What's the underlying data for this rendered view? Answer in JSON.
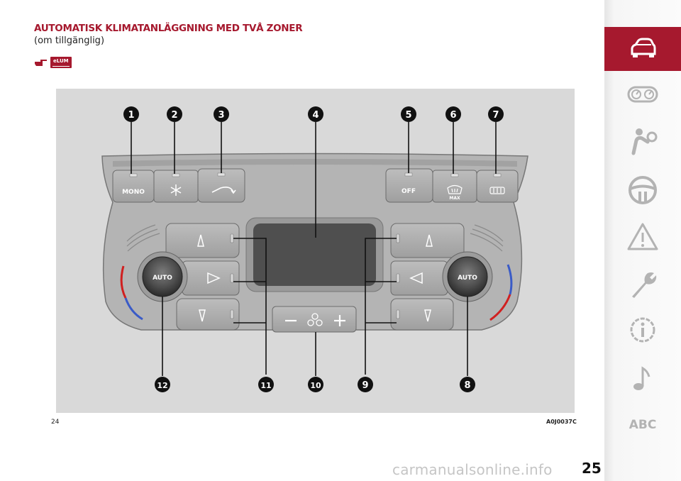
{
  "page": {
    "title": "AUTOMATISK KLIMATANLÄGGNING MED TVÅ ZONER",
    "subtitle": "(om tillgänglig)",
    "badge": "eLUM",
    "page_number_left": "24",
    "figure_code": "A0J0037C",
    "page_number_right": "25",
    "watermark": "carmanualsonline.info"
  },
  "panel": {
    "mono_label": "MONO",
    "off_label": "OFF",
    "max_label": "MAX",
    "auto_left": "AUTO",
    "auto_right": "AUTO",
    "callouts": [
      "1",
      "2",
      "3",
      "4",
      "5",
      "6",
      "7",
      "8",
      "9",
      "10",
      "11",
      "12"
    ]
  },
  "sidebar": {
    "items": [
      {
        "icon": "car-icon",
        "active": true
      },
      {
        "icon": "dashboard-gauges-icon",
        "active": false
      },
      {
        "icon": "airbag-person-icon",
        "active": false
      },
      {
        "icon": "steering-wheel-icon",
        "active": false
      },
      {
        "icon": "warning-triangle-icon",
        "active": false
      },
      {
        "icon": "wrench-icon",
        "active": false
      },
      {
        "icon": "info-gear-icon",
        "active": false
      },
      {
        "icon": "music-note-icon",
        "active": false
      }
    ],
    "abc_label": "ABC"
  },
  "colors": {
    "accent": "#a6192e",
    "icon_gray": "#b3b3b3",
    "panel_bg": "#d9d9d9"
  }
}
